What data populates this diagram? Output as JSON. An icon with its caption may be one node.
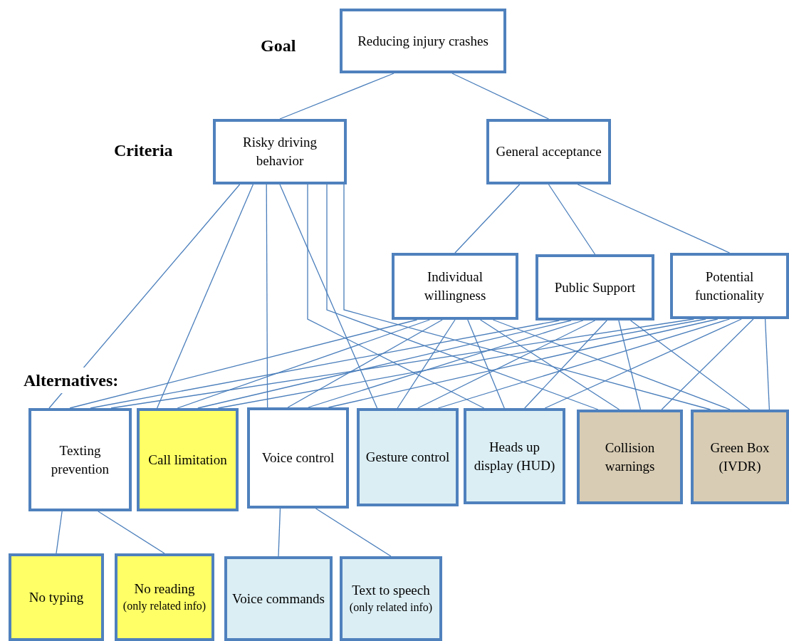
{
  "diagram": {
    "nodes": [
      {
        "text": [
          "Reducing injury crashes"
        ]
      },
      {
        "text": [
          "Risky driving behavior"
        ]
      },
      {
        "text": [
          "General acceptance"
        ]
      },
      {
        "text": [
          "Individual willingness"
        ]
      },
      {
        "text": [
          "Public Support"
        ]
      },
      {
        "text": [
          "Potential functionality"
        ]
      },
      {
        "text": [
          "Texting prevention"
        ]
      },
      {
        "text": [
          "Call limitation"
        ]
      },
      {
        "text": [
          "Voice control"
        ]
      },
      {
        "text": [
          "Gesture control"
        ]
      },
      {
        "text": [
          "Heads up display (HUD)"
        ]
      },
      {
        "text": [
          "Collision warnings"
        ]
      },
      {
        "text": [
          "Green Box (IVDR)"
        ]
      },
      {
        "text": [
          "No typing"
        ]
      },
      {
        "text": [
          "No reading",
          "(only related info)"
        ]
      },
      {
        "text": [
          "Voice commands"
        ]
      },
      {
        "text": [
          "Text to speech",
          "(only related info)"
        ]
      }
    ],
    "edges": [
      {
        "from": 0,
        "to": 1,
        "arrow": "none"
      },
      {
        "from": 0,
        "to": 2,
        "arrow": "none"
      },
      {
        "from": 2,
        "to": 3,
        "arrow": "none"
      },
      {
        "from": 2,
        "to": 4,
        "arrow": "none"
      },
      {
        "from": 2,
        "to": 5,
        "arrow": "none"
      },
      {
        "from": 1,
        "to": 6,
        "arrow": "none"
      },
      {
        "from": 1,
        "to": 7,
        "arrow": "none"
      },
      {
        "from": 1,
        "to": 8,
        "arrow": "none"
      },
      {
        "from": 1,
        "to": 9,
        "arrow": "none"
      },
      {
        "from": 1,
        "to": 10,
        "arrow": "none"
      },
      {
        "from": 1,
        "to": 11,
        "arrow": "none"
      },
      {
        "from": 1,
        "to": 12,
        "arrow": "none"
      },
      {
        "from": 3,
        "to": 6,
        "arrow": "none"
      },
      {
        "from": 3,
        "to": 7,
        "arrow": "none"
      },
      {
        "from": 3,
        "to": 8,
        "arrow": "none"
      },
      {
        "from": 3,
        "to": 9,
        "arrow": "none"
      },
      {
        "from": 3,
        "to": 10,
        "arrow": "none"
      },
      {
        "from": 3,
        "to": 11,
        "arrow": "none"
      },
      {
        "from": 3,
        "to": 12,
        "arrow": "none"
      },
      {
        "from": 4,
        "to": 6,
        "arrow": "none"
      },
      {
        "from": 4,
        "to": 7,
        "arrow": "none"
      },
      {
        "from": 4,
        "to": 8,
        "arrow": "none"
      },
      {
        "from": 4,
        "to": 9,
        "arrow": "none"
      },
      {
        "from": 4,
        "to": 10,
        "arrow": "none"
      },
      {
        "from": 4,
        "to": 11,
        "arrow": "none"
      },
      {
        "from": 4,
        "to": 12,
        "arrow": "none"
      },
      {
        "from": 5,
        "to": 6,
        "arrow": "none"
      },
      {
        "from": 5,
        "to": 7,
        "arrow": "none"
      },
      {
        "from": 5,
        "to": 8,
        "arrow": "none"
      },
      {
        "from": 5,
        "to": 9,
        "arrow": "none"
      },
      {
        "from": 5,
        "to": 10,
        "arrow": "none"
      },
      {
        "from": 5,
        "to": 11,
        "arrow": "none"
      },
      {
        "from": 5,
        "to": 12,
        "arrow": "none"
      },
      {
        "from": 6,
        "to": 13,
        "arrow": "none"
      },
      {
        "from": 6,
        "to": 14,
        "arrow": "none"
      },
      {
        "from": 8,
        "to": 15,
        "arrow": "none"
      },
      {
        "from": 8,
        "to": 16,
        "arrow": "none"
      }
    ],
    "labels": [
      "Goal",
      "Criteria",
      "Alternatives:"
    ]
  }
}
